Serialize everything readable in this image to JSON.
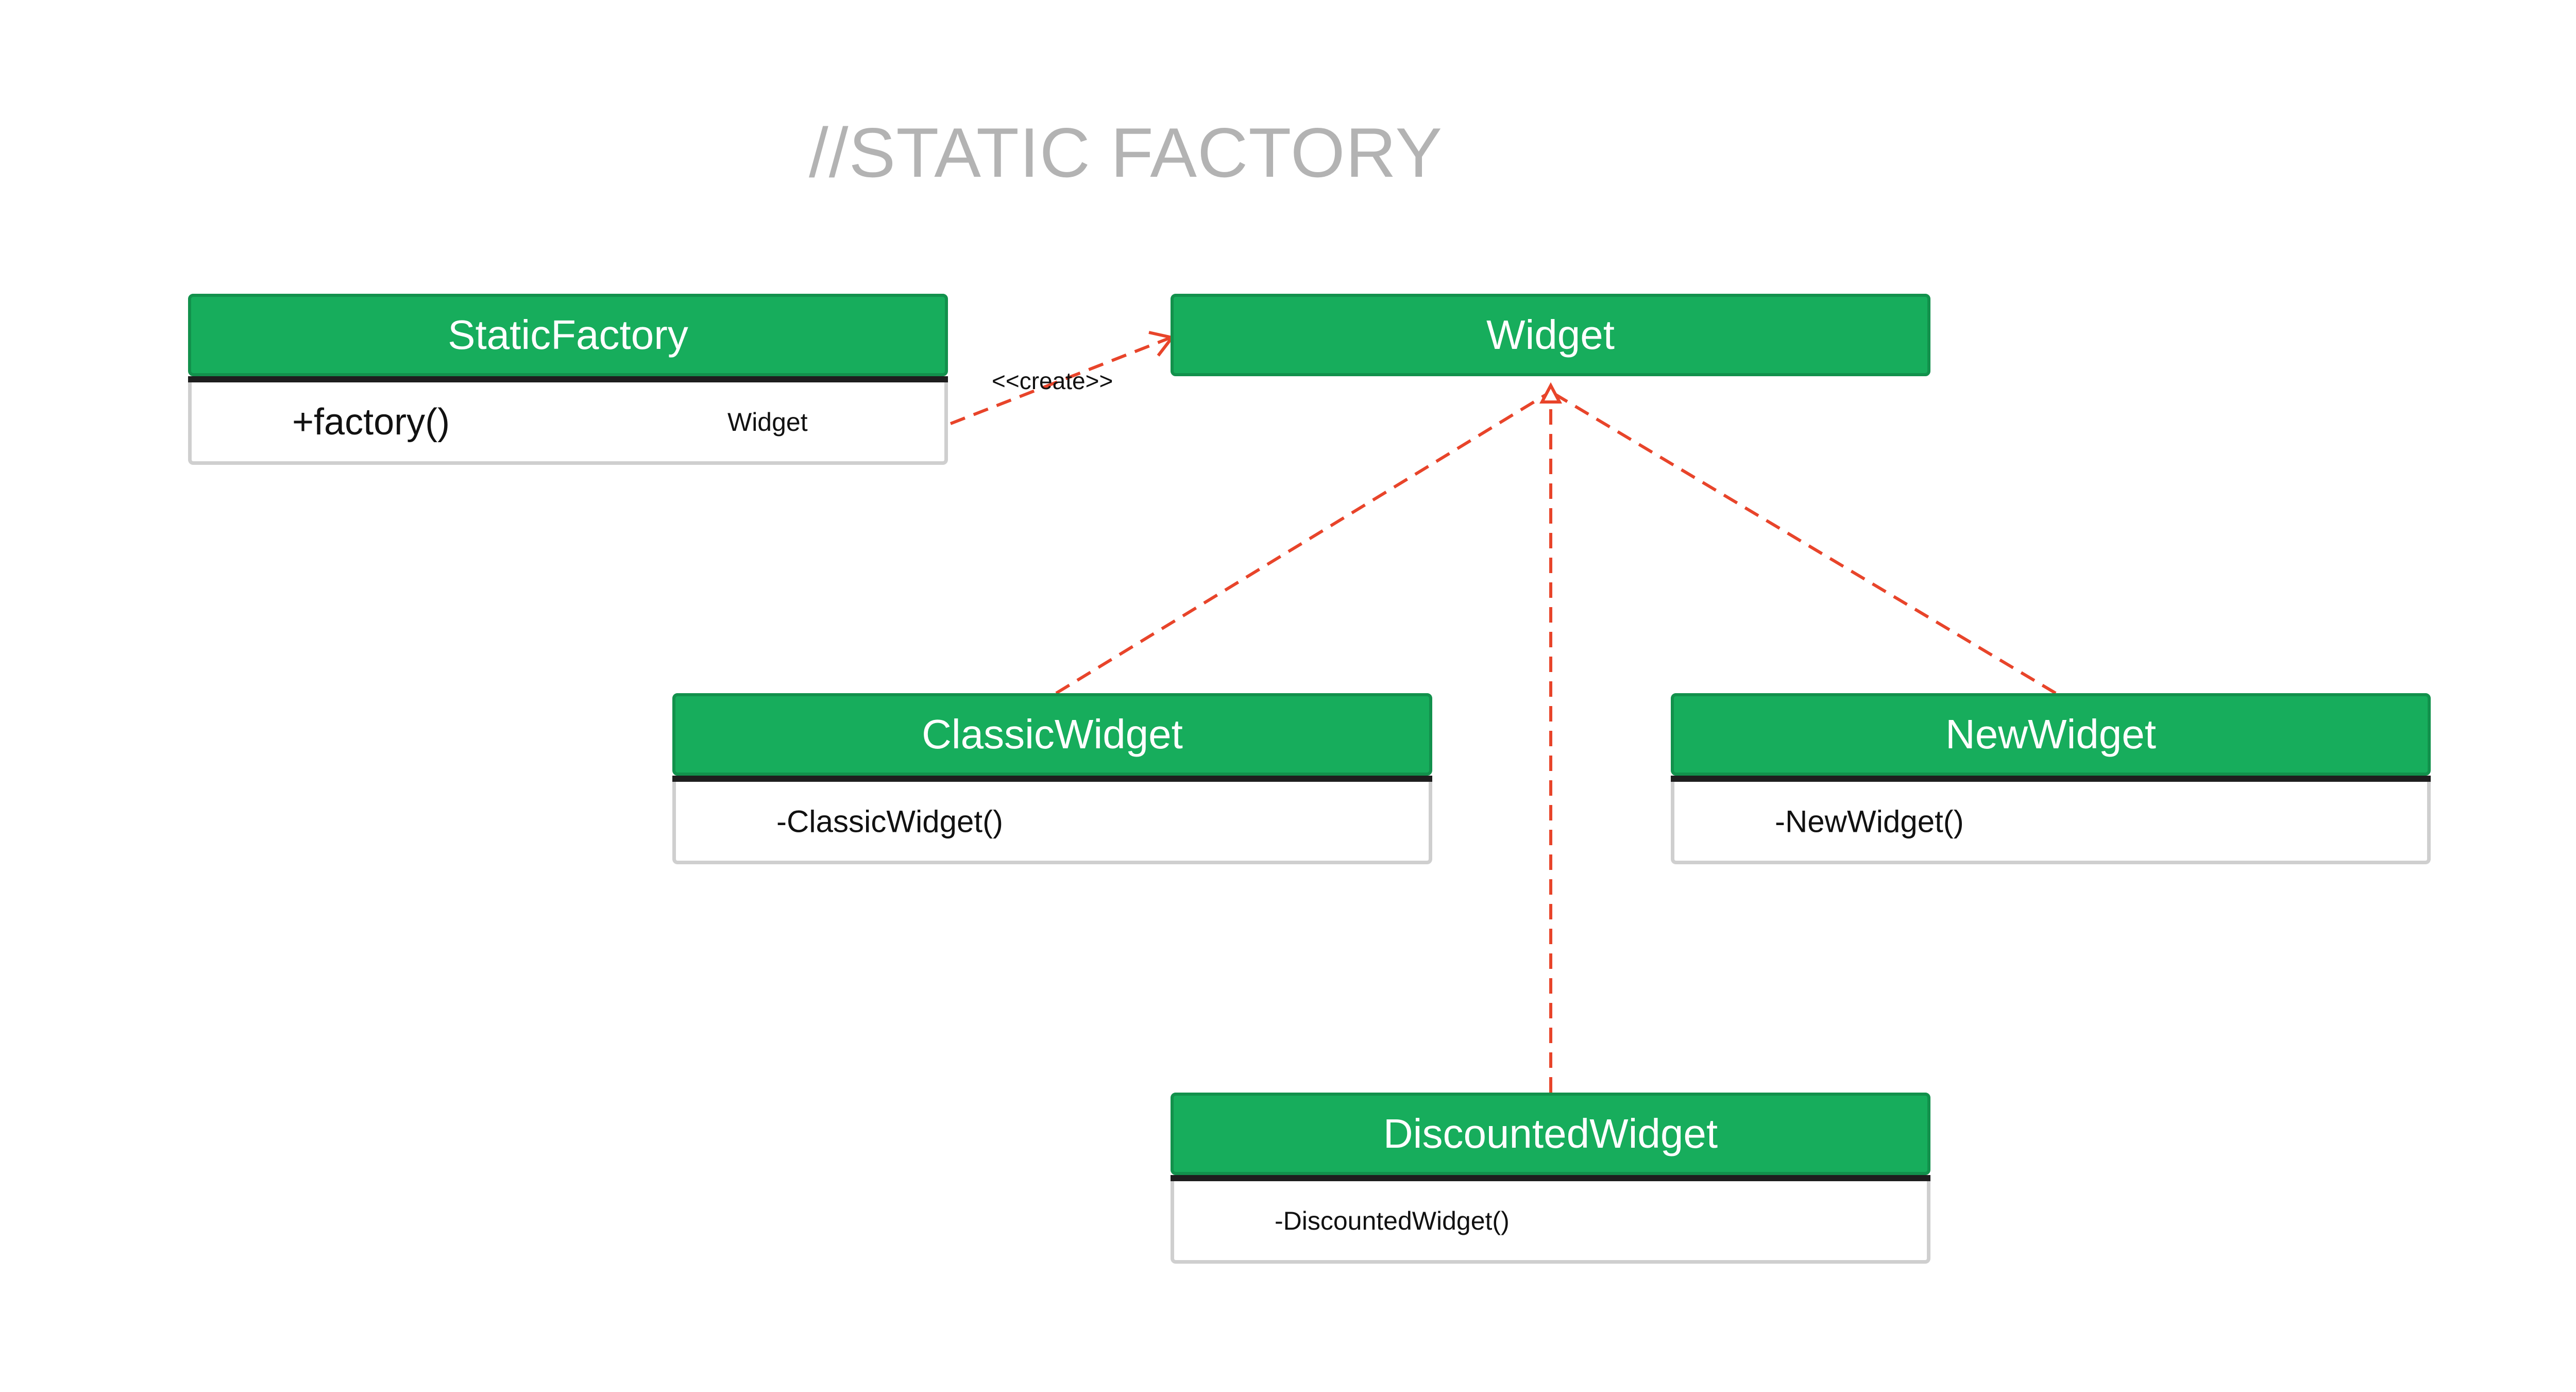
{
  "title": "//STATIC FACTORY",
  "relation_label": "<<create>>",
  "classes": {
    "static_factory": {
      "name": "StaticFactory",
      "member": "+factory()",
      "return_type": "Widget"
    },
    "widget": {
      "name": "Widget"
    },
    "classic_widget": {
      "name": "ClassicWidget",
      "member": "-ClassicWidget()"
    },
    "new_widget": {
      "name": "NewWidget",
      "member": "-NewWidget()"
    },
    "discounted_widget": {
      "name": "DiscountedWidget",
      "member": "-DiscountedWidget()"
    }
  },
  "colors": {
    "class_header": "#17ad5c",
    "connector": "#e8442a",
    "title": "#b3b3b3"
  }
}
